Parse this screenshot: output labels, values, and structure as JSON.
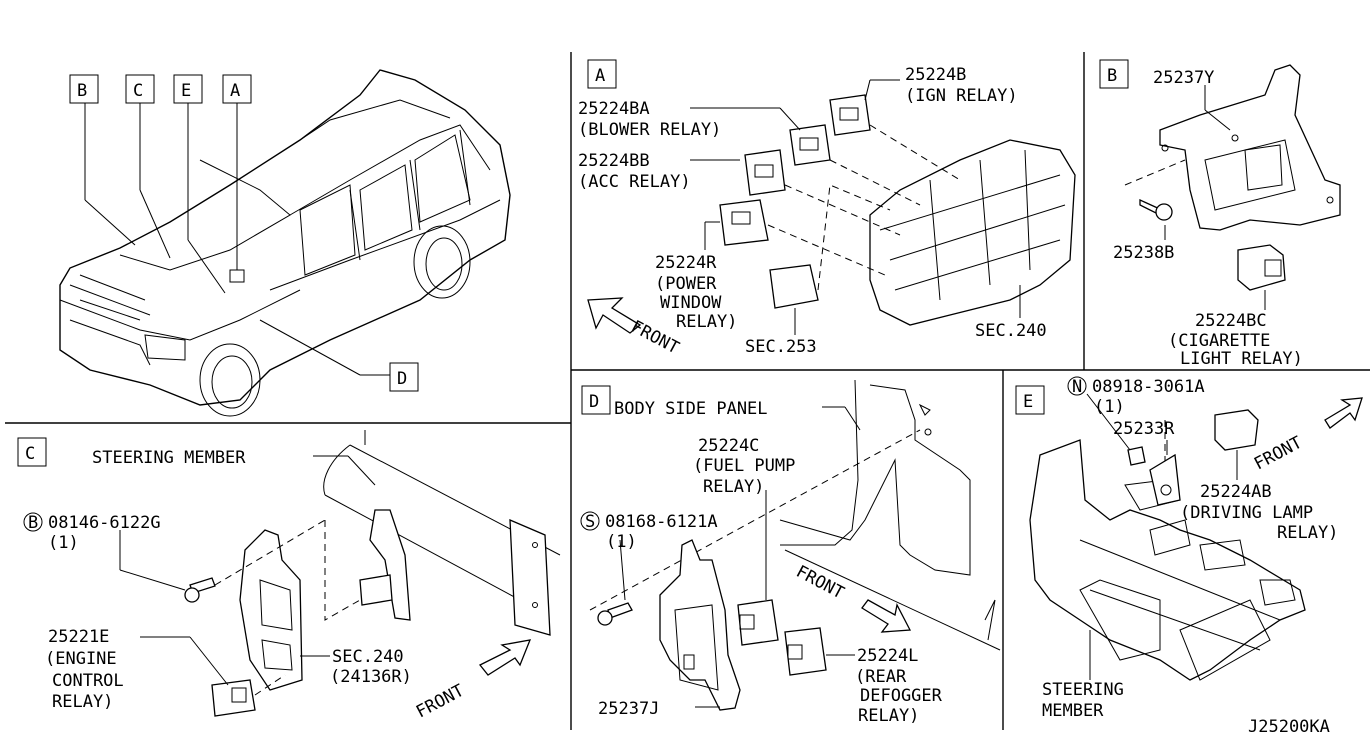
{
  "diagram_id": "J25200KA",
  "car": {
    "callouts": [
      "B",
      "C",
      "E",
      "A",
      "D"
    ]
  },
  "panel_a": {
    "letter": "A",
    "labels": {
      "ign_num": "25224B",
      "ign_name": "(IGN RELAY)",
      "blower_num": "25224BA",
      "blower_name": "(BLOWER RELAY)",
      "acc_num": "25224BB",
      "acc_name": "(ACC RELAY)",
      "pw_num": "25224R",
      "pw_l1": "(POWER",
      "pw_l2": "WINDOW",
      "pw_l3": "RELAY)",
      "sec253": "SEC.253",
      "sec240": "SEC.240",
      "front": "FRONT"
    }
  },
  "panel_b": {
    "letter": "B",
    "labels": {
      "bracket": "25237Y",
      "screw": "25238B",
      "cig_num": "25224BC",
      "cig_l1": "(CIGARETTE",
      "cig_l2": "LIGHT RELAY)"
    }
  },
  "panel_c": {
    "letter": "C",
    "labels": {
      "steering": "STEERING MEMBER",
      "bolt_mark": "B",
      "bolt_num": "08146-6122G",
      "bolt_qty": "(1)",
      "ecr_num": "25221E",
      "ecr_l1": "(ENGINE",
      "ecr_l2": "CONTROL",
      "ecr_l3": "RELAY)",
      "sec240": "SEC.240",
      "sec240_sub": "(24136R)",
      "front": "FRONT"
    }
  },
  "panel_d": {
    "letter": "D",
    "labels": {
      "body_side": "BODY SIDE PANEL",
      "fp_num": "25224C",
      "fp_l1": "(FUEL PUMP",
      "fp_l2": "RELAY)",
      "screw_mark": "S",
      "screw_num": "08168-6121A",
      "screw_qty": "(1)",
      "front": "FRONT",
      "rd_num": "25224L",
      "rd_l1": "(REAR",
      "rd_l2": "DEFOGGER",
      "rd_l3": "RELAY)",
      "bracket": "25237J"
    }
  },
  "panel_e": {
    "letter": "E",
    "labels": {
      "nut_mark": "N",
      "nut_num": "08918-3061A",
      "nut_qty": "(1)",
      "bracket": "25233R",
      "front": "FRONT",
      "dl_num": "25224AB",
      "dl_l1": "(DRIVING LAMP",
      "dl_l2": "RELAY)",
      "steer_l1": "STEERING",
      "steer_l2": "MEMBER"
    }
  }
}
